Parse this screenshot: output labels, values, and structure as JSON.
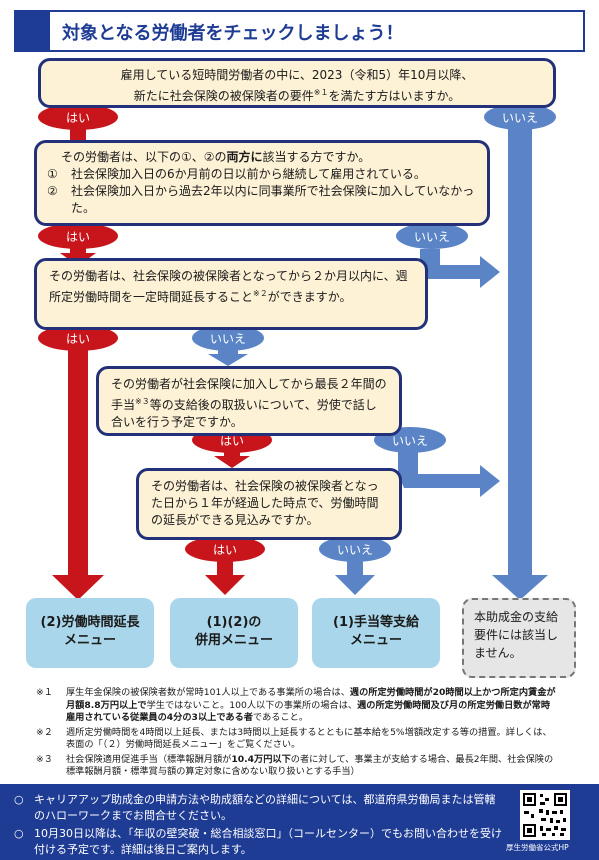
{
  "title": "対象となる労働者をチェックしましょう！",
  "q1": {
    "line1": "雇用している短時間労働者の中に、2023（令和5）年10月以降、",
    "line2a": "新たに社会保険の被保険者の要件",
    "line2sup": "※１",
    "line2b": "を満たす方はいますか。"
  },
  "q2": {
    "intro_a": "その労働者は、以下の①、②の",
    "intro_bold": "両方に",
    "intro_b": "該当する方ですか。",
    "item1_mark": "①",
    "item1": "社会保険加入日の6か月前の日以前から継続して雇用されている。",
    "item2_mark": "②",
    "item2": "社会保険加入日から過去2年以内に同事業所で社会保険に加入していなかった。"
  },
  "q3": {
    "text_a": "その労働者は、社会保険の被保険者となってから２か月以内に、週所定労働時間を一定時間延長すること",
    "sup": "※２",
    "text_b": "ができますか。"
  },
  "q4": {
    "text_a": "その労働者が社会保険に加入してから最長２年間の手当",
    "sup": "※３",
    "text_b": "等の支給後の取扱いについて、労使で話し合いを行う予定ですか。"
  },
  "q5": {
    "text": "その労働者は、社会保険の被保険者となった日から１年が経過した時点で、労働時間の延長ができる見込みですか。"
  },
  "labels": {
    "yes": "はい",
    "no": "いいえ"
  },
  "menus": {
    "m1_line1": "(2)労働時間延長",
    "m1_line2": "メニュー",
    "m2_line1": "(1)(2)の",
    "m2_line2": "併用メニュー",
    "m3_line1": "(1)手当等支給",
    "m3_line2": "メニュー",
    "none_text": "本助成金の支給要件には該当しません。"
  },
  "notes": [
    {
      "mark": "※１",
      "a": "厚生年金保険の被保険者数が常時101人以上である事業所の場合は、",
      "bold1": "週の所定労働時間が20時間以上かつ所定内賃金が月額8.8万円以上で",
      "b": "学生ではないこと。100人以下の事業所の場合は、",
      "bold2": "週の所定労働時間及び月の所定労働日数が常時雇用されている従業員の4分の3以上である者",
      "c": "であること。"
    },
    {
      "mark": "※２",
      "a": "週所定労働時間を4時間以上延長、または3時間以上延長するとともに基本給を5%増額改定する等の措置。詳しくは、表面の「（２）労働時間延長メニュー」をご覧ください。",
      "bold1": "",
      "b": "",
      "bold2": "",
      "c": ""
    },
    {
      "mark": "※３",
      "a": "社会保険適用促進手当（標準報酬月額が",
      "bold1": "10.4万円以下",
      "b": "の者に対して、事業主が支給する場合、最長2年間、社会保険の標準報酬月額・標準賞与額の算定対象に含めない取り扱いとする手当）",
      "bold2": "",
      "c": ""
    }
  ],
  "footer": {
    "bullet": "○",
    "line1": "キャリアアップ助成金の申請方法や助成額などの詳細については、都道府県労働局または管轄のハローワークまでお問合せください。",
    "line2": "10月30日以降は、「年収の壁突破・総合相談窓口」（コールセンター）でもお問い合わせを受け付ける予定です。詳細は後日ご案内します。",
    "qr_caption": "厚生労働省公式HP"
  },
  "colors": {
    "navy": "#1f3c95",
    "yes_red": "#c8151b",
    "no_blue": "#5a84c6",
    "box_fill": "#fdf1d6",
    "menu_fill": "#a9d6ea"
  }
}
